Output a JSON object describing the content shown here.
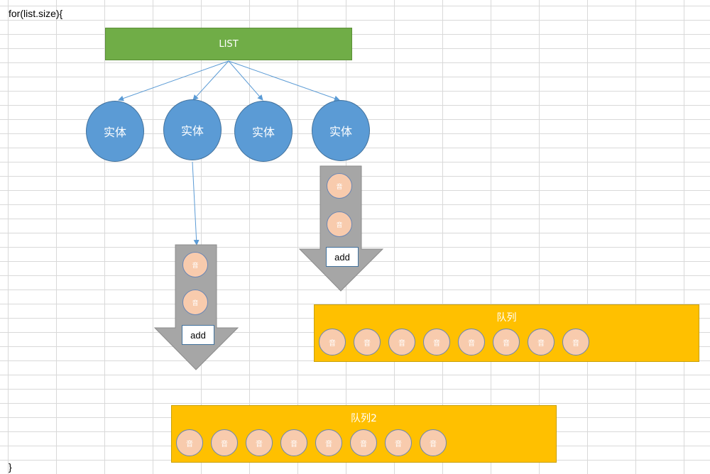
{
  "code": {
    "loop_header": "for(list.size){",
    "loop_close": "}"
  },
  "list": {
    "label": "LIST"
  },
  "entities": [
    {
      "label": "实体"
    },
    {
      "label": "实体"
    },
    {
      "label": "实体"
    },
    {
      "label": "实体"
    }
  ],
  "note_label": "音",
  "add_label": "add",
  "queue": {
    "title": "队列"
  },
  "queue2": {
    "title": "队列2"
  },
  "colors": {
    "list_fill": "#70ad47",
    "entity_fill": "#5b9bd5",
    "note_fill": "#f8cbad",
    "arrow_fill": "#a6a6a6",
    "queue_fill": "#ffc000",
    "connector": "#5b9bd5"
  }
}
